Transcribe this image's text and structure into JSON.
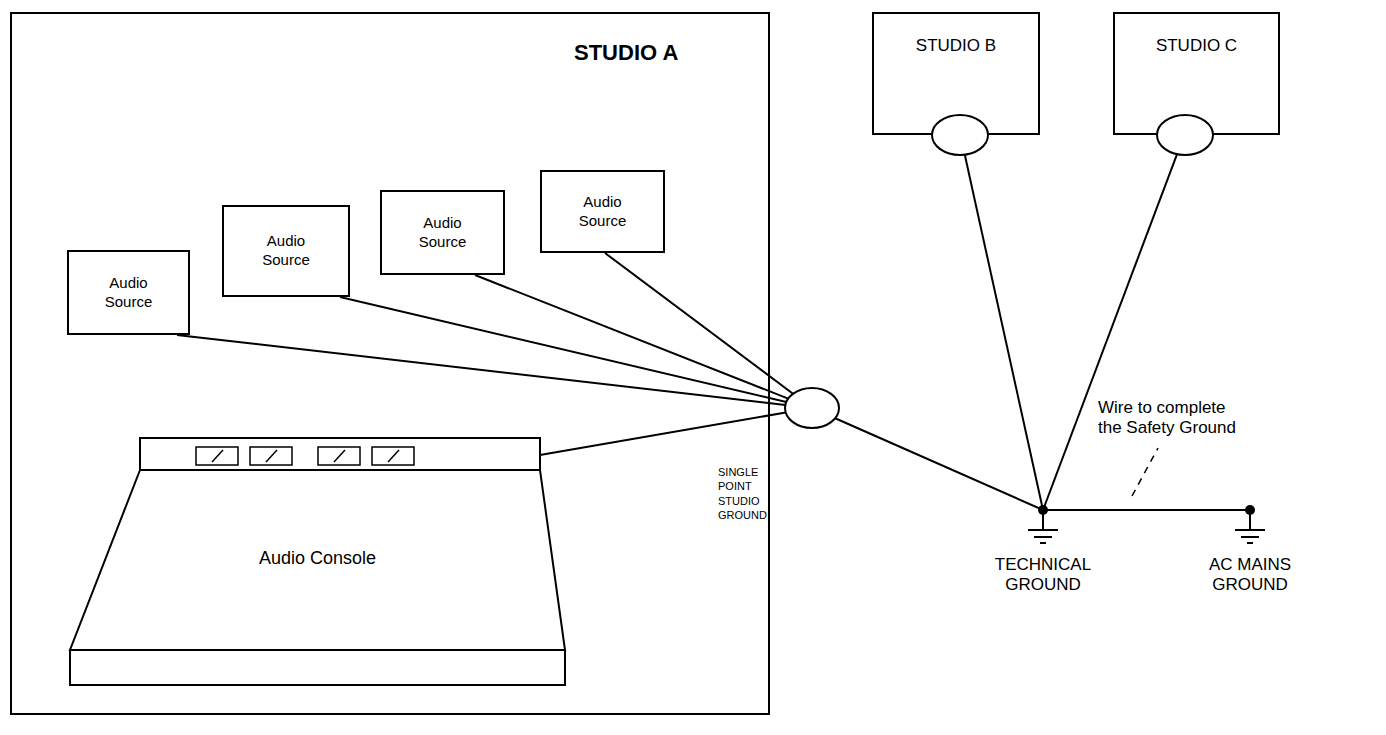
{
  "diagram": {
    "nodes": [
      {
        "text": [
          "STUDIO A"
        ]
      },
      {
        "text": [
          "Audio Source"
        ],
        "in": 0
      },
      {
        "text": [
          "Audio Source"
        ],
        "in": 0
      },
      {
        "text": [
          "Audio Source"
        ],
        "in": 0
      },
      {
        "text": [
          "Audio Source"
        ],
        "in": 0
      },
      {
        "text": [
          "Audio Console"
        ],
        "in": 0
      },
      {
        "text": [
          "SINGLE POINT STUDIO GROUND"
        ]
      },
      {
        "text": [
          "STUDIO B"
        ]
      },
      {
        "text": [
          "STUDIO C"
        ]
      },
      {
        "text": [
          "TECHNICAL GROUND"
        ]
      },
      {
        "text": [
          "AC MAINS GROUND"
        ]
      }
    ],
    "edges": [
      {
        "from": 1,
        "to": 6,
        "arrow": "none"
      },
      {
        "from": 2,
        "to": 6,
        "arrow": "none"
      },
      {
        "from": 3,
        "to": 6,
        "arrow": "none"
      },
      {
        "from": 4,
        "to": 6,
        "arrow": "none"
      },
      {
        "from": 5,
        "to": 6,
        "arrow": "none"
      },
      {
        "from": 6,
        "to": 9,
        "arrow": "none"
      },
      {
        "from": 7,
        "to": 9,
        "arrow": "none"
      },
      {
        "from": 8,
        "to": 9,
        "arrow": "none"
      },
      {
        "from": 9,
        "to": 10,
        "label": "Wire to complete the Safety Ground",
        "arrow": "none"
      }
    ]
  }
}
